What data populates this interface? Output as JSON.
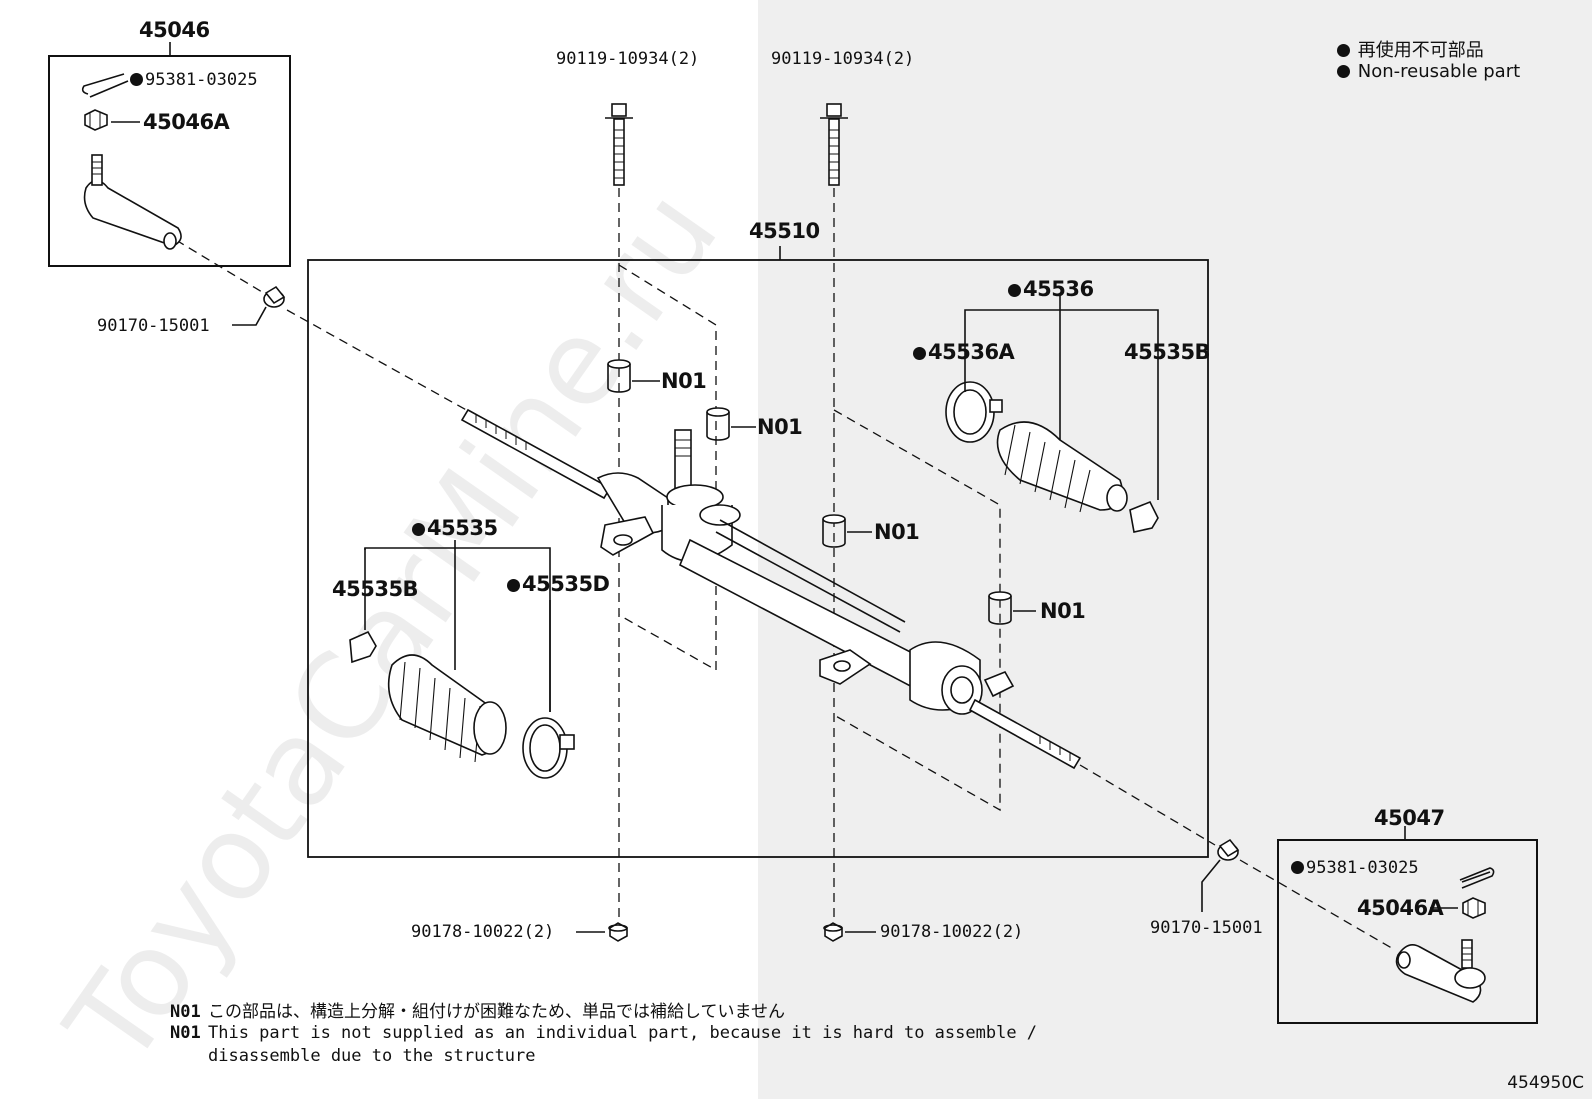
{
  "watermark": "ToyotaCarMine.ru",
  "diagram_code": "454950C",
  "legend": {
    "line1": "再使用不可部品",
    "line2": "Non-reusable part"
  },
  "groups": {
    "tie_rod_left": "45046",
    "tie_rod_right": "45047",
    "rack_assembly": "45510"
  },
  "labels": {
    "bolt_left": "90119-10934(2)",
    "bolt_right": "90119-10934(2)",
    "cotter_pin_left": "95381-03025",
    "nut_left": "45046A",
    "cotter_pin_right": "95381-03025",
    "nut_right": "45046A",
    "washer_left": "90170-15001",
    "washer_right": "90170-15001",
    "nut_bottom_left": "90178-10022(2)",
    "nut_bottom_right": "90178-10022(2)",
    "boot_kit_right": "45536",
    "clamp_right_a": "45536A",
    "clip_right_b": "45535B",
    "boot_kit_left": "45535",
    "clip_left_b": "45535B",
    "clamp_left_d": "45535D",
    "n01_a": "N01",
    "n01_b": "N01",
    "n01_c": "N01",
    "n01_d": "N01"
  },
  "notes": {
    "key": "N01",
    "jp": "この部品は、構造上分解・組付けが困難なため、単品では補給していません",
    "en_line1": "This part is not supplied as an individual part, because it is hard to assemble /",
    "en_line2": "disassemble due to the structure"
  }
}
